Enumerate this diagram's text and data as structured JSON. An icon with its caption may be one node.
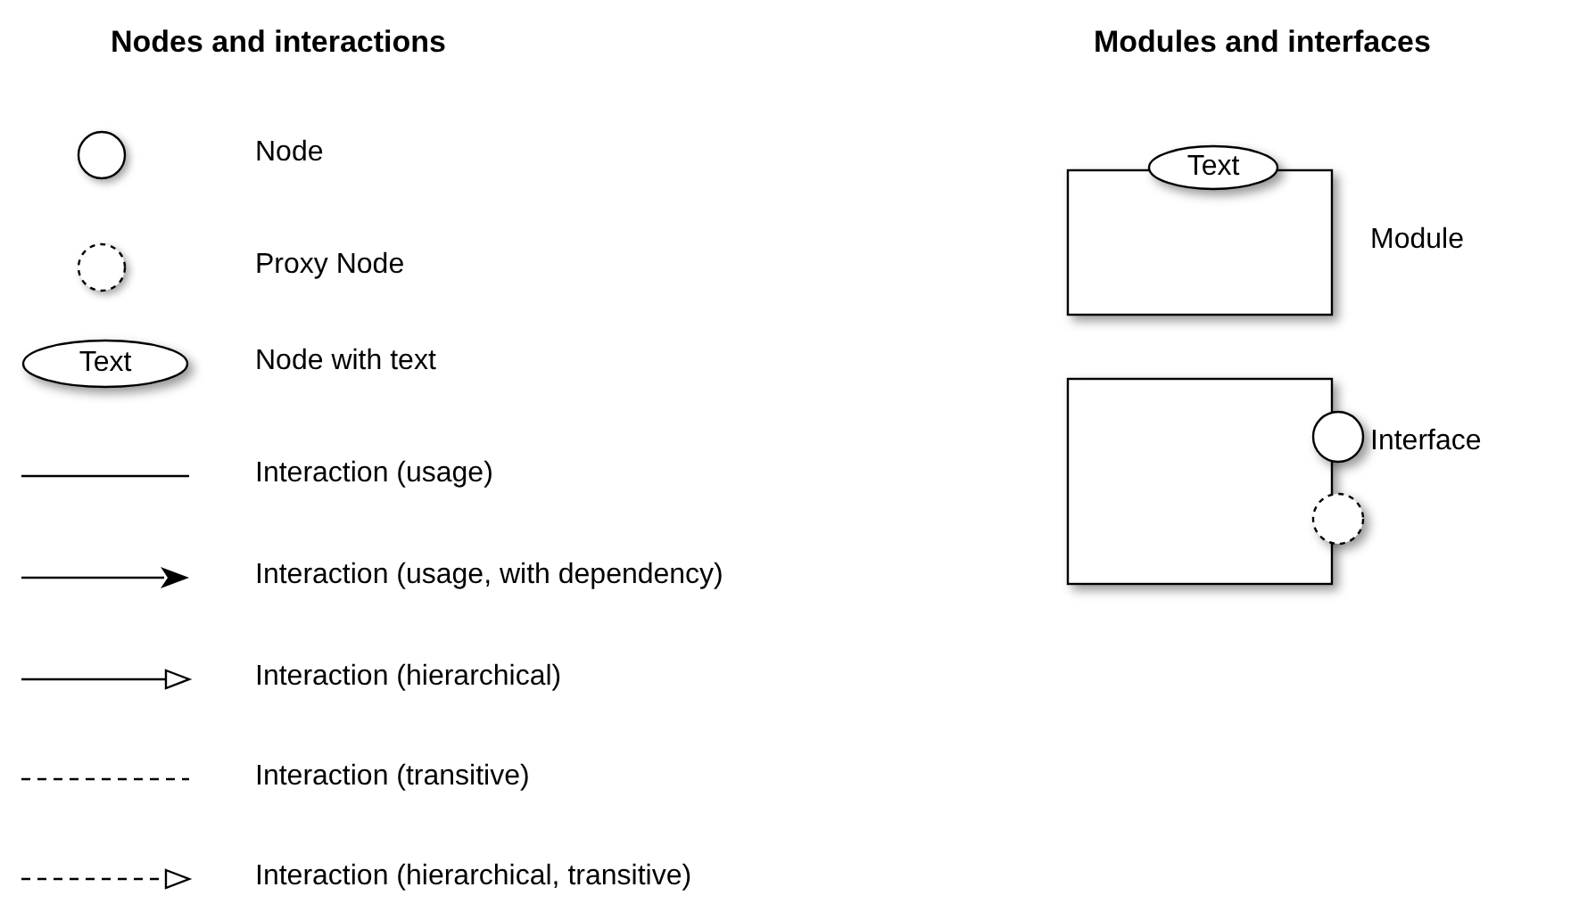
{
  "diagram": {
    "nodes": [
      {
        "text": [
          "Text"
        ]
      },
      {
        "text": [],
        "shape": "box",
        "beside": [
          "Module"
        ]
      },
      {
        "text": [
          "Text"
        ]
      },
      {
        "text": [],
        "shape": "box"
      },
      {
        "text": [],
        "shape": "circle",
        "beside": [
          "Interface"
        ]
      },
      {
        "text": [],
        "shape": "circle"
      }
    ],
    "labels": [
      "Nodes and interactions",
      "Modules and interfaces"
    ],
    "legend": [
      {
        "text": "Node"
      },
      {
        "text": "Proxy Node"
      },
      {
        "text": "Node with text"
      },
      {
        "text": "Interaction (usage)"
      },
      {
        "text": "Interaction (usage, with dependency)"
      },
      {
        "text": "Interaction (hierarchical)"
      },
      {
        "text": "Interaction (transitive)"
      },
      {
        "text": "Interaction (hierarchical, transitive)"
      }
    ]
  }
}
